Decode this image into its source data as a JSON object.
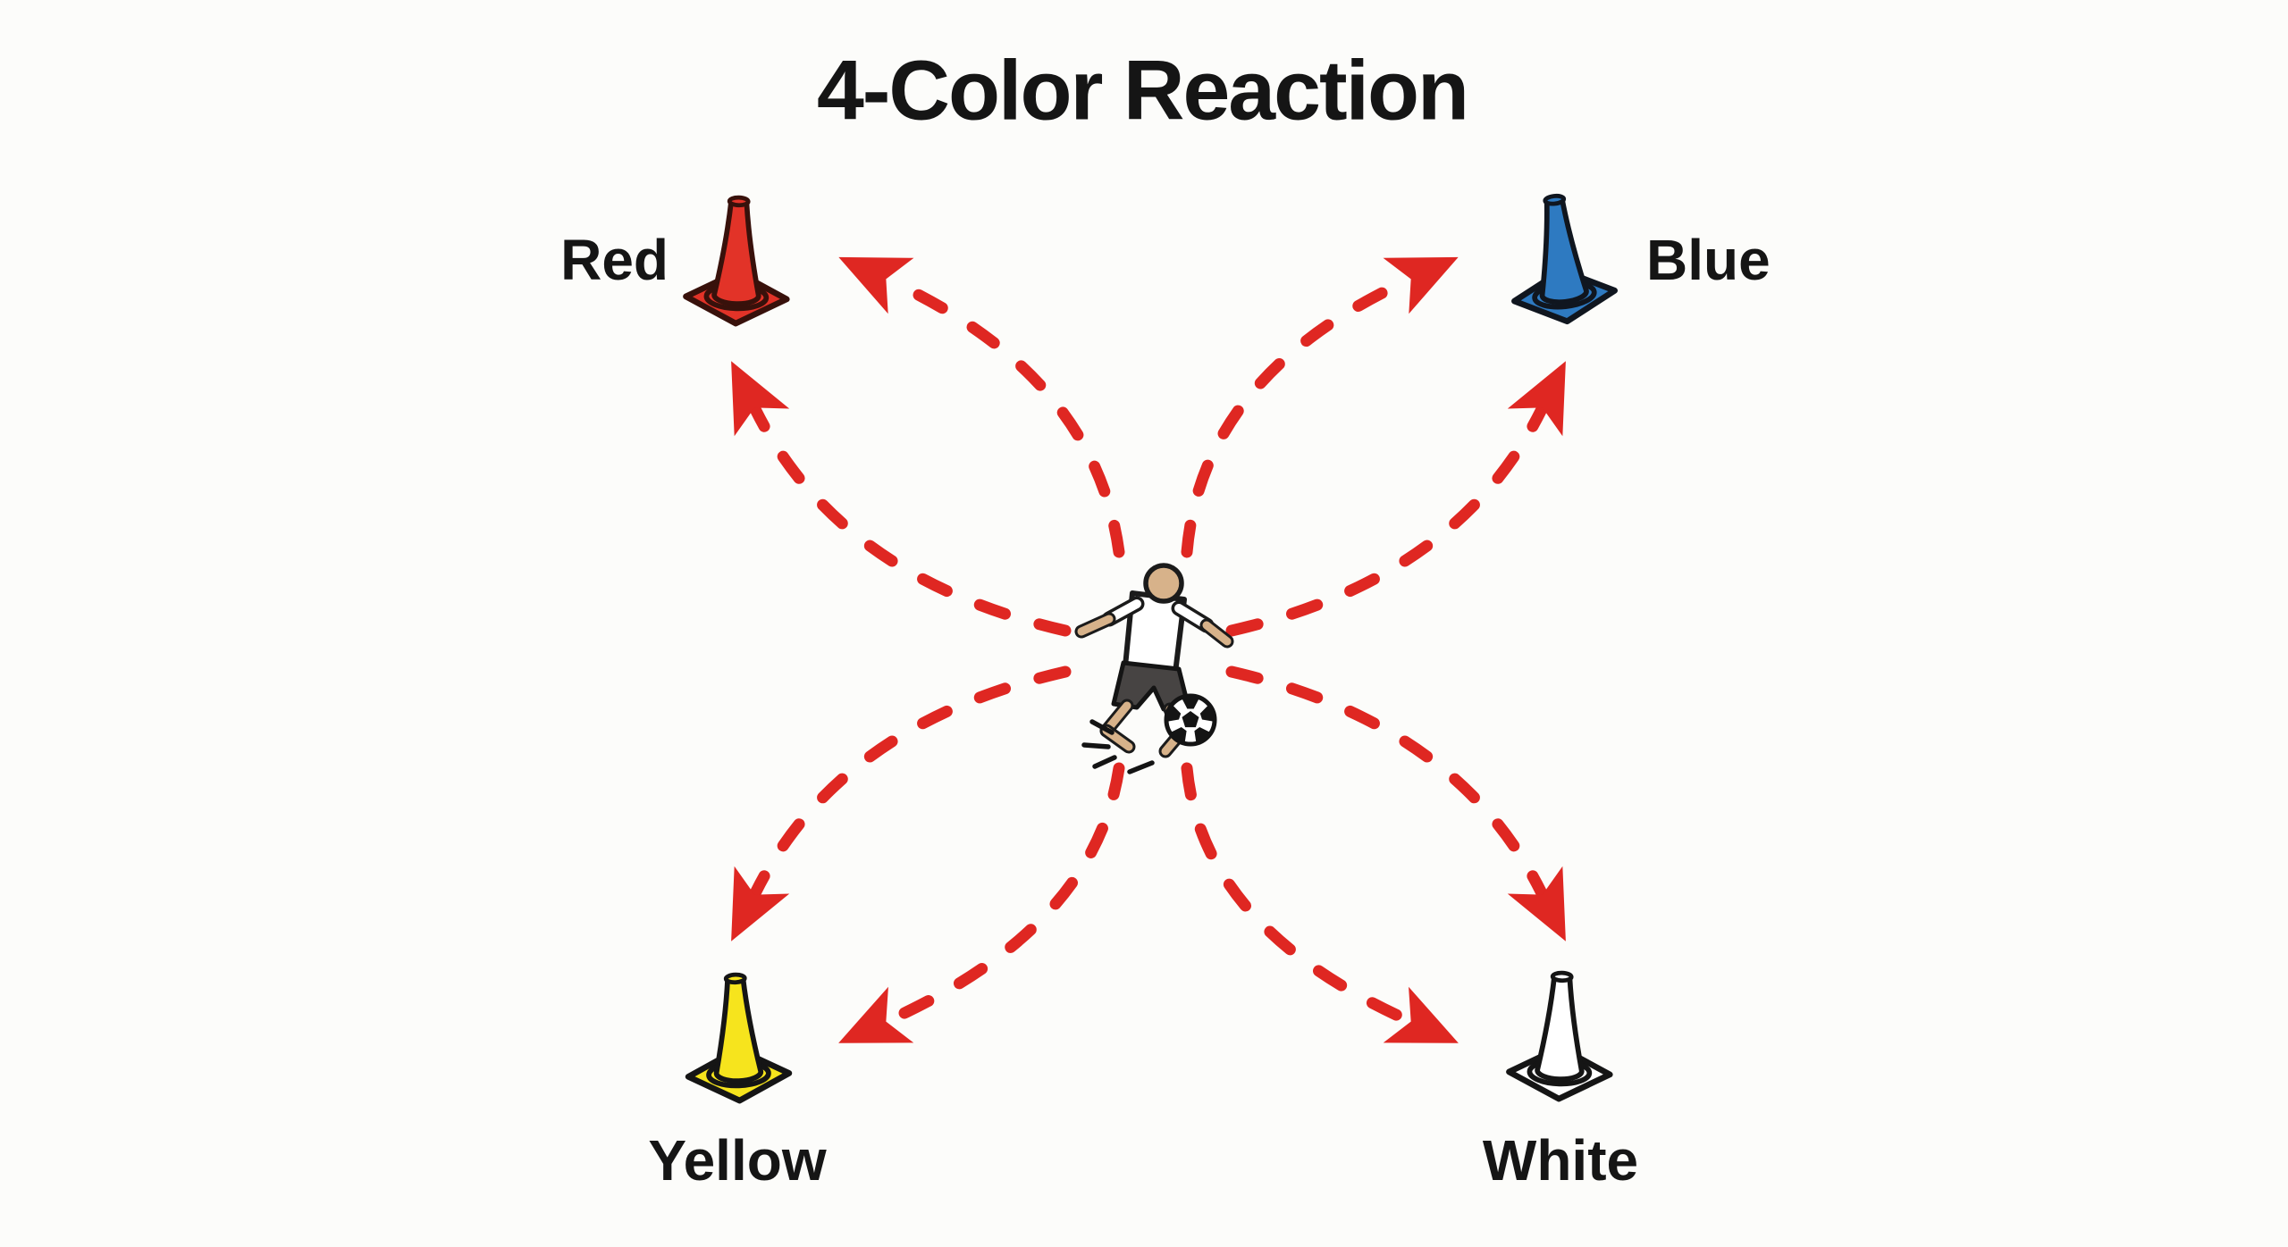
{
  "title": "4-Color Reaction",
  "stations": [
    {
      "id": "red",
      "label": "Red",
      "position": "top-left",
      "cone_color": "#e23328",
      "label_side": "left-of-cone"
    },
    {
      "id": "blue",
      "label": "Blue",
      "position": "top-right",
      "cone_color": "#2e7ac1",
      "label_side": "right-of-cone"
    },
    {
      "id": "yellow",
      "label": "Yellow",
      "position": "bottom-left",
      "cone_color": "#f6e41d",
      "label_side": "below-cone"
    },
    {
      "id": "white",
      "label": "White",
      "position": "bottom-right",
      "cone_color": "#ffffff",
      "label_side": "below-cone"
    }
  ],
  "center": {
    "icon": "soccer-player-kicking-ball-icon",
    "description": "player with soccer ball at the middle of the four cones"
  },
  "arrows": {
    "style": "dashed-curved",
    "color": "#df2722",
    "count": 8,
    "pairs_per_station": 2,
    "direction": "outward from center player to each cone",
    "routes": [
      {
        "from": "center",
        "to": "red"
      },
      {
        "from": "center",
        "to": "red"
      },
      {
        "from": "center",
        "to": "blue"
      },
      {
        "from": "center",
        "to": "blue"
      },
      {
        "from": "center",
        "to": "yellow"
      },
      {
        "from": "center",
        "to": "yellow"
      },
      {
        "from": "center",
        "to": "white"
      },
      {
        "from": "center",
        "to": "white"
      }
    ]
  },
  "icons": {
    "cone": "training-cone-icon",
    "player": "soccer-player-kicking-icon",
    "ball": "soccer-ball-icon",
    "kick": "kick-burst-icon",
    "arrow": "curved-dashed-arrow-icon"
  },
  "colors": {
    "background": "#fcfcfa",
    "text": "#151515",
    "arrow_red": "#df2722",
    "cone_red": "#e23328",
    "cone_red_outline": "#38110b",
    "cone_blue": "#2e7ac1",
    "cone_yellow": "#f6e41d",
    "cone_white": "#ffffff",
    "cone_outline": "#151515",
    "skin": "#d7b28a",
    "shirt": "#ffffff",
    "shorts": "#474443",
    "ball_black": "#141414"
  }
}
